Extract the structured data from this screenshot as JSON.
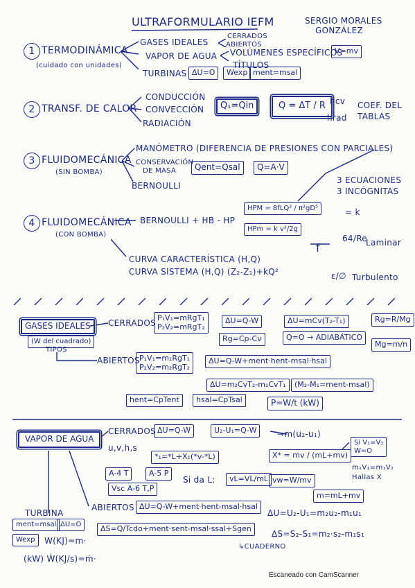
{
  "header": {
    "title": "ULTRAFORMULARIO IEFM",
    "author_line1": "SERGIO MORALES",
    "author_line2": "GONZÁLEZ"
  },
  "s1": {
    "num": "1",
    "title": "TERMODINÁMICA",
    "note": "(cuidado con unidades)",
    "gases": "GASES IDEALES",
    "cerrados": "CERRADOS",
    "abiertos": "ABIERTOS",
    "vapor": "VAPOR DE AGUA",
    "volumenes": "VOLÚMENES ESPECÍFICOS",
    "titulos": "TÍTULOS",
    "turbinas": "TURBINAS",
    "eq_v": "V=mv",
    "eq_du": "ΔU=O",
    "eq_wexp": "Wexp",
    "eq_ment": "ment=msal"
  },
  "s2": {
    "num": "2",
    "title": "TRANSF. DE CALOR",
    "conduccion": "CONDUCCIÓN",
    "conveccion": "CONVECCIÓN",
    "radiacion": "RADIACIÓN",
    "eq_q": "Q₁=Qin",
    "eq_qdt": "Q = ΔT / R",
    "hcv": "hcv",
    "hrad": "hrad",
    "coef": "COEF. DEL",
    "tablas": "TABLAS"
  },
  "s3": {
    "num": "3",
    "title": "FLUIDOMECÁNICA",
    "sub": "(SIN BOMBA)",
    "manometro": "MANÓMETRO (DIFERENCIA DE PRESIONES CON PARCIALES)",
    "conservacion": "CONSERVACIÓN",
    "masa": "DE MASA",
    "bernoulli": "BERNOULLI",
    "eq_q": "Qent=Qsal",
    "eq_qav": "Q=A·V",
    "ec1": "3 ECUACIONES",
    "ec2": "3 INCÓGNITAS"
  },
  "s4": {
    "num": "4",
    "title": "FLUIDOMECÁNICA",
    "sub": "(CON BOMBA)",
    "bern": "BERNOULLI + HB - HP",
    "hpm1": "HPM = 8fLQ² / π²gD⁵",
    "hpm2": "HPm = k v²/2g",
    "k": "= k",
    "laminar": "Laminar",
    "turb": "Turbulento",
    "f": "f",
    "r64": "64/Re",
    "eps": "ε/∅",
    "curva1": "CURVA CARACTERÍSTICA (H,Q)",
    "curva2": "CURVA SISTEMA (H,Q) (Z₂-Z₁)+kQ²"
  },
  "gases": {
    "label": "GASES IDEALES",
    "w": "(W del cuadrado)",
    "tipos": "TIPOS",
    "cerrados": "CERRADOS",
    "abiertos": "ABIERTOS",
    "eq1a": "P₁V₁=mRgT₁",
    "eq1b": "P₂V₂=mRgT₂",
    "eq2": "ΔU=Q-W",
    "eq3": "ΔU=mCv(T₂-T₁)",
    "eq4": "Rg=R/Mg",
    "eq5": "Rg=Cp-Cv",
    "eq6": "Q=O → ADIABÁTICO",
    "eq7": "Mg=m/n",
    "eq8a": "P₁V₁=m₁RgT₁",
    "eq8b": "P₂V₂=m₂RgT₂",
    "eq9": "ΔU=Q-W+ment·hent-msal·hsal",
    "eq10": "ΔU=m₂CvT₂-m₁CvT₁",
    "eq11": "(M₂-M₁=ment-msal)",
    "eq12": "hent=CpTent",
    "eq13": "hsal=CpTsal",
    "eq14": "P=W/t (kW)"
  },
  "vapor": {
    "label": "VAPOR DE AGUA",
    "uvhs": "u,v,h,s",
    "cerrados": "CERRADOS",
    "eq1": "ΔU=Q-W",
    "eq2": "U₂-U₁=Q-W",
    "eq3": "→m(u₂-u₁)",
    "eq4": "*₁=*L+X₁(*v-*L)",
    "eq5": "X* = mv / (mL+mv)",
    "eq6a": "Si V₁=V₂",
    "eq6b": "W=O",
    "eq6c": "m₁V₁=m₁V₂",
    "eq6d": "Hallas X",
    "a4": "A-4 T",
    "a5": "A-5 P",
    "a6": "Vsc A-6 T,P",
    "sidal": "Si da L:",
    "vl": "vL=VL/mL",
    "vw": "vw=W/mv",
    "mm": "m=mL+mv",
    "turbina": "TURBINA",
    "ment": "ment=msal",
    "du0": "ΔU=O",
    "wexp": "Wexp",
    "wkj": "W(KJ)=m·",
    "kwkj": "(kW) Ẇ(KJ/s)=ṁ·",
    "abiertos": "ABIERTOS",
    "eq7": "ΔU=Q-W+ment·hent-msal·hsal",
    "eq8": "ΔU=U₂-U₁=m₂u₂-m₁u₁",
    "eq9": "ΔS=Q/Tcdo+ment·sent-msal·ssal+Sgen",
    "eq10": "ΔS=S₂-S₁=m₂·s₂-m₁s₁",
    "cuaderno": "↳CUADERNO"
  },
  "footer": {
    "scanner": "Escaneado con CamScanner"
  },
  "colors": {
    "ink": "#1b2a8a",
    "paper": "#fbfbf8"
  }
}
